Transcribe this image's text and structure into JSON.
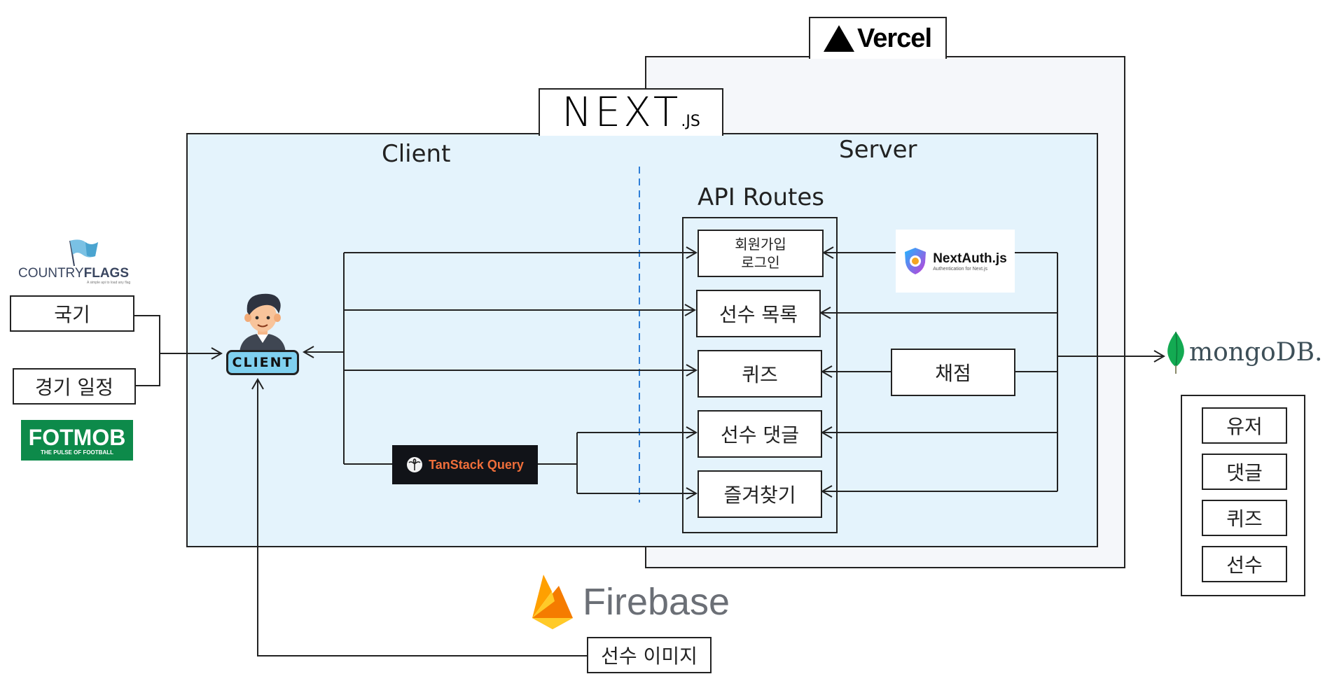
{
  "brands": {
    "vercel": "Vercel",
    "nextjs_main": "NEXT",
    "nextjs_sub": ".JS",
    "firebase": "Firebase",
    "mongodb": "mongoDB.",
    "nextauth": "NextAuth.js",
    "nextauth_tagline": "Authentication for Next.js",
    "tanstack": "TanStack Query",
    "countryflags_a": "COUNTRY",
    "countryflags_b": "FLAGS",
    "countryflags_tagline": "A simple api to load any flag",
    "fotmob": "FOTMOB",
    "fotmob_tagline": "THE PULSE OF FOOTBALL",
    "client_badge": "CLIENT"
  },
  "sections": {
    "client": "Client",
    "server": "Server",
    "api_routes": "API Routes"
  },
  "sources": {
    "flag": "국기",
    "schedule": "경기 일정",
    "player_image": "선수 이미지"
  },
  "routes": [
    {
      "line1": "회원가입",
      "line2": "로그인"
    },
    {
      "line1": "선수 목록",
      "line2": ""
    },
    {
      "line1": "퀴즈",
      "line2": ""
    },
    {
      "line1": "선수 댓글",
      "line2": ""
    },
    {
      "line1": "즐겨찾기",
      "line2": ""
    }
  ],
  "grading": "채점",
  "db_collections": [
    "유저",
    "댓글",
    "퀴즈",
    "선수"
  ],
  "colors": {
    "vercel_panel": "#f5f7fa",
    "next_panel": "#e4f3fc",
    "divider": "#2f7fd8",
    "fotmob_green": "#0d8a4a",
    "mongo_green": "#13aa52",
    "client_badge": "#7fd0ef"
  }
}
